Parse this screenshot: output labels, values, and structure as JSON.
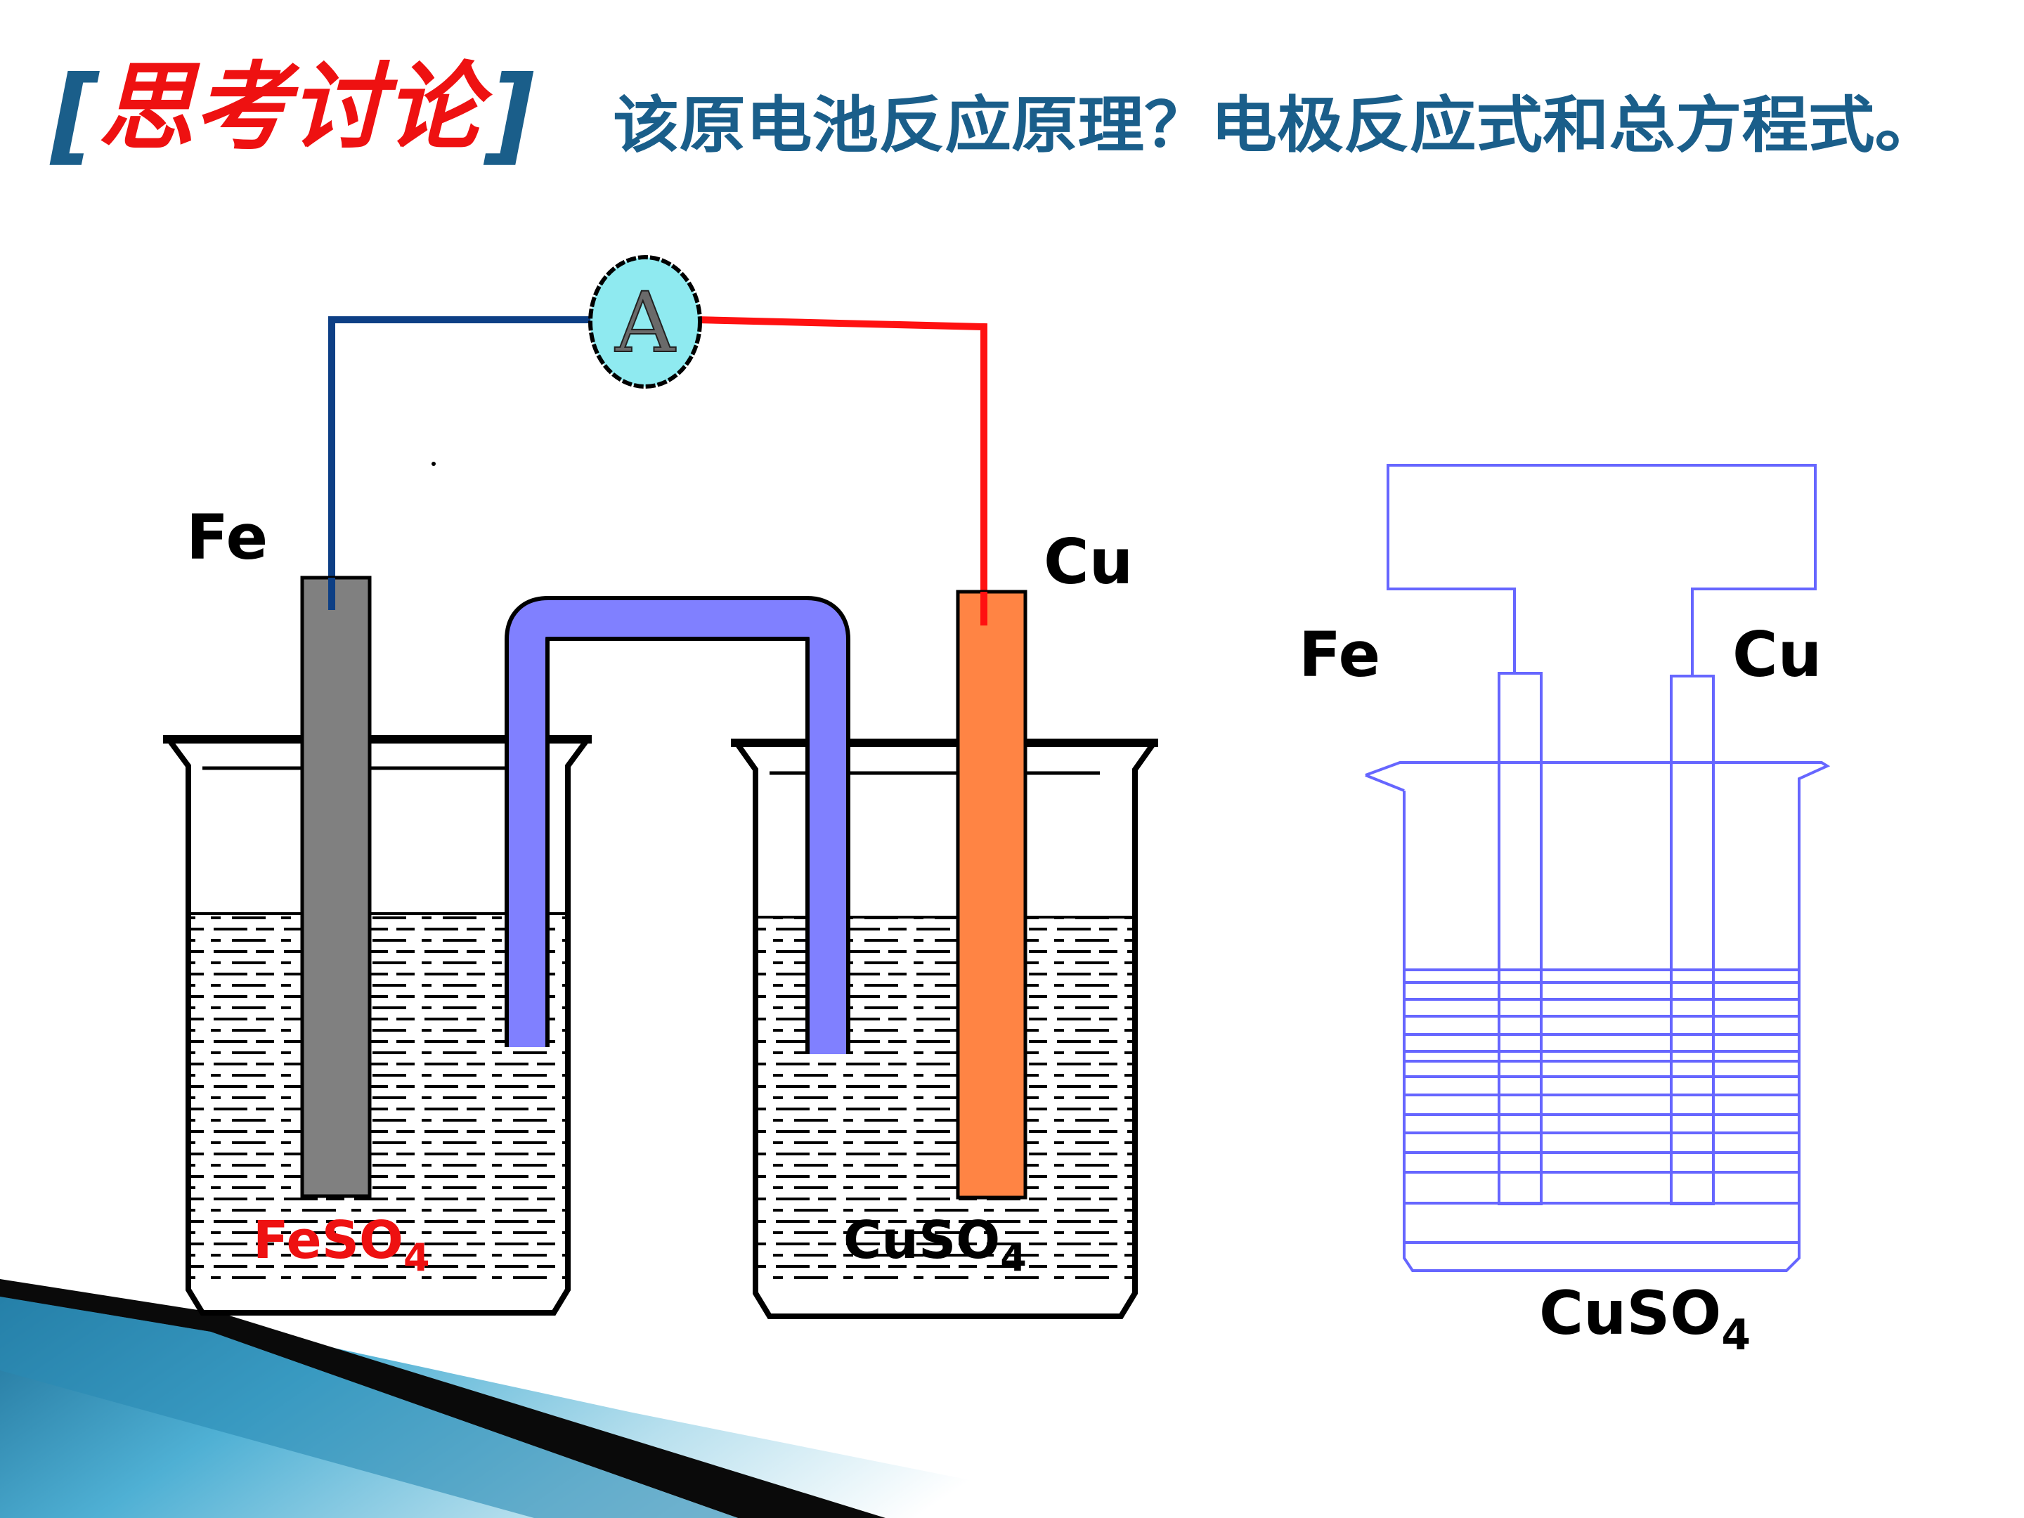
{
  "title": {
    "bracket_open": "[",
    "keyword": "思考讨论",
    "bracket_close": "]",
    "question": "该原电池反应原理？电极反应式和总方程式。",
    "bracket_color": "#1a5e8a",
    "keyword_color": "#ee1111",
    "question_color": "#1a5e8a"
  },
  "ammeter": {
    "symbol": "A",
    "fill": "#8feaf0"
  },
  "left_cell": {
    "anode_label": "Fe",
    "cathode_label": "Cu",
    "left_solution": {
      "formula": "FeSO",
      "subscript": "4",
      "color": "#ee1111"
    },
    "right_solution": {
      "formula": "CuSO",
      "subscript": "4",
      "color": "#000000"
    },
    "fe_color": "#808080",
    "cu_color": "#ff8444",
    "salt_bridge_color": "#8080ff",
    "wire_fe_color": "#0d3f85",
    "wire_cu_color": "#ff1111"
  },
  "right_cell": {
    "anode_label": "Fe",
    "cathode_label": "Cu",
    "solution": {
      "formula": "CuSO",
      "subscript": "4",
      "color": "#000000"
    },
    "line_color": "#6666ff"
  }
}
